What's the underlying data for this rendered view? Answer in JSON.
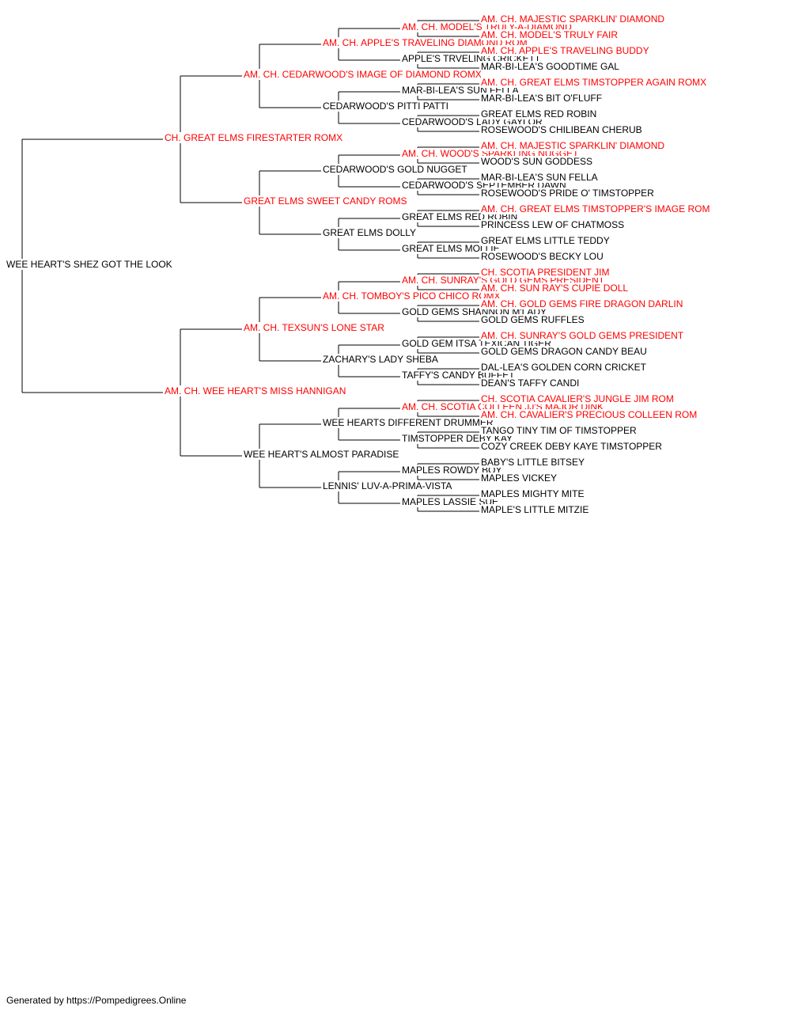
{
  "colors": {
    "champion": "#ff0000",
    "regular": "#000000",
    "line": "#000000"
  },
  "footer": "Generated by https://Pompedigrees.Online",
  "pedigree": {
    "name": "WEE HEART'S SHEZ GOT THE LOOK",
    "red": false,
    "sire": {
      "name": "CH. GREAT ELMS FIRESTARTER ROMX",
      "red": true,
      "sire": {
        "name": "AM. CH. CEDARWOOD'S IMAGE OF DIAMOND ROMX",
        "red": true,
        "sire": {
          "name": "AM. CH. APPLE'S TRAVELING DIAMOND ROM",
          "red": true,
          "sire": {
            "name": "AM. CH. MODEL'S TRULY-A-DIAMOND",
            "red": true,
            "sire": {
              "name": "AM. CH. MAJESTIC SPARKLIN' DIAMOND",
              "red": true
            },
            "dam": {
              "name": "AM. CH. MODEL'S TRULY FAIR",
              "red": true
            }
          },
          "dam": {
            "name": "APPLE'S TRVELING CRICKETT",
            "red": false,
            "sire": {
              "name": "AM. CH. APPLE'S TRAVELING BUDDY",
              "red": true
            },
            "dam": {
              "name": "MAR-BI-LEA'S GOODTIME GAL",
              "red": false
            }
          }
        },
        "dam": {
          "name": "CEDARWOOD'S PITTI PATTI",
          "red": false,
          "sire": {
            "name": "MAR-BI-LEA'S SUN FELLA",
            "red": false,
            "sire": {
              "name": "AM. CH. GREAT ELMS TIMSTOPPER AGAIN ROMX",
              "red": true
            },
            "dam": {
              "name": "MAR-BI-LEA'S BIT O'FLUFF",
              "red": false
            }
          },
          "dam": {
            "name": "CEDARWOOD'S LADY GAYLOR",
            "red": false,
            "sire": {
              "name": "GREAT ELMS RED ROBIN",
              "red": false
            },
            "dam": {
              "name": "ROSEWOOD'S CHILIBEAN CHERUB",
              "red": false
            }
          }
        }
      },
      "dam": {
        "name": "GREAT ELMS SWEET CANDY ROMS",
        "red": true,
        "sire": {
          "name": "CEDARWOOD'S GOLD NUGGET",
          "red": false,
          "sire": {
            "name": "AM. CH. WOOD'S SPARKLING NUGGET",
            "red": true,
            "sire": {
              "name": "AM. CH. MAJESTIC SPARKLIN' DIAMOND",
              "red": true
            },
            "dam": {
              "name": "WOOD'S SUN GODDESS",
              "red": false
            }
          },
          "dam": {
            "name": "CEDARWOOD'S SEPTEMBER DAWN",
            "red": false,
            "sire": {
              "name": "MAR-BI-LEA'S SUN FELLA",
              "red": false
            },
            "dam": {
              "name": "ROSEWOOD'S PRIDE O' TIMSTOPPER",
              "red": false
            }
          }
        },
        "dam": {
          "name": "GREAT ELMS DOLLY",
          "red": false,
          "sire": {
            "name": "GREAT ELMS RED ROBIN",
            "red": false,
            "sire": {
              "name": "AM. CH. GREAT ELMS TIMSTOPPER'S IMAGE ROM",
              "red": true
            },
            "dam": {
              "name": "PRINCESS LEW OF CHATMOSS",
              "red": false
            }
          },
          "dam": {
            "name": "GREAT ELMS MOLLIE",
            "red": false,
            "sire": {
              "name": "GREAT ELMS LITTLE TEDDY",
              "red": false
            },
            "dam": {
              "name": "ROSEWOOD'S BECKY LOU",
              "red": false
            }
          }
        }
      }
    },
    "dam": {
      "name": "AM. CH. WEE HEART'S MISS HANNIGAN",
      "red": true,
      "sire": {
        "name": "AM. CH. TEXSUN'S LONE STAR",
        "red": true,
        "sire": {
          "name": "AM. CH. TOMBOY'S PICO CHICO ROMX",
          "red": true,
          "sire": {
            "name": "AM. CH. SUNRAY'S GOLD GEMS PRESIDENT",
            "red": true,
            "sire": {
              "name": "CH. SCOTIA PRESIDENT JIM",
              "red": true
            },
            "dam": {
              "name": "AM. CH. SUN RAY'S CUPIE DOLL",
              "red": true
            }
          },
          "dam": {
            "name": "GOLD GEMS SHANNON M'LADY",
            "red": false,
            "sire": {
              "name": "AM. CH. GOLD GEMS FIRE DRAGON DARLIN",
              "red": true
            },
            "dam": {
              "name": "GOLD GEMS RUFFLES",
              "red": false
            }
          }
        },
        "dam": {
          "name": "ZACHARY'S LADY SHEBA",
          "red": false,
          "sire": {
            "name": "GOLD GEM ITSA TEXICAN TIGER",
            "red": false,
            "sire": {
              "name": "AM. CH. SUNRAY'S GOLD GEMS PRESIDENT",
              "red": true
            },
            "dam": {
              "name": "GOLD GEMS DRAGON CANDY BEAU",
              "red": false
            }
          },
          "dam": {
            "name": "TAFFY'S CANDY BUFFET",
            "red": false,
            "sire": {
              "name": "DAL-LEA'S GOLDEN CORN CRICKET",
              "red": false
            },
            "dam": {
              "name": "DEAN'S TAFFY CANDI",
              "red": false
            }
          }
        }
      },
      "dam": {
        "name": "WEE HEART'S ALMOST PARADISE",
        "red": false,
        "sire": {
          "name": "WEE HEARTS DIFFERENT DRUMMER",
          "red": false,
          "sire": {
            "name": "AM. CH. SCOTIA COLLEEN JJ'S MAJOR DINK",
            "red": true,
            "sire": {
              "name": "CH. SCOTIA CAVALIER'S JUNGLE JIM ROM",
              "red": true
            },
            "dam": {
              "name": "AM. CH. CAVALIER'S PRECIOUS COLLEEN ROM",
              "red": true
            }
          },
          "dam": {
            "name": "TIMSTOPPER DEBY KAY",
            "red": false,
            "sire": {
              "name": "TANGO TINY TIM OF TIMSTOPPER",
              "red": false
            },
            "dam": {
              "name": "COZY CREEK DEBY KAYE TIMSTOPPER",
              "red": false
            }
          }
        },
        "dam": {
          "name": "LENNIS' LUV-A-PRIMA-VISTA",
          "red": false,
          "sire": {
            "name": "MAPLES ROWDY BOY",
            "red": false,
            "sire": {
              "name": "BABY'S LITTLE BITSEY",
              "red": false
            },
            "dam": {
              "name": "MAPLES VICKEY",
              "red": false
            }
          },
          "dam": {
            "name": "MAPLES LASSIE SUE",
            "red": false,
            "sire": {
              "name": "MAPLES MIGHTY MITE",
              "red": false
            },
            "dam": {
              "name": "MAPLE'S LITTLE MITZIE",
              "red": false
            }
          }
        }
      }
    }
  }
}
